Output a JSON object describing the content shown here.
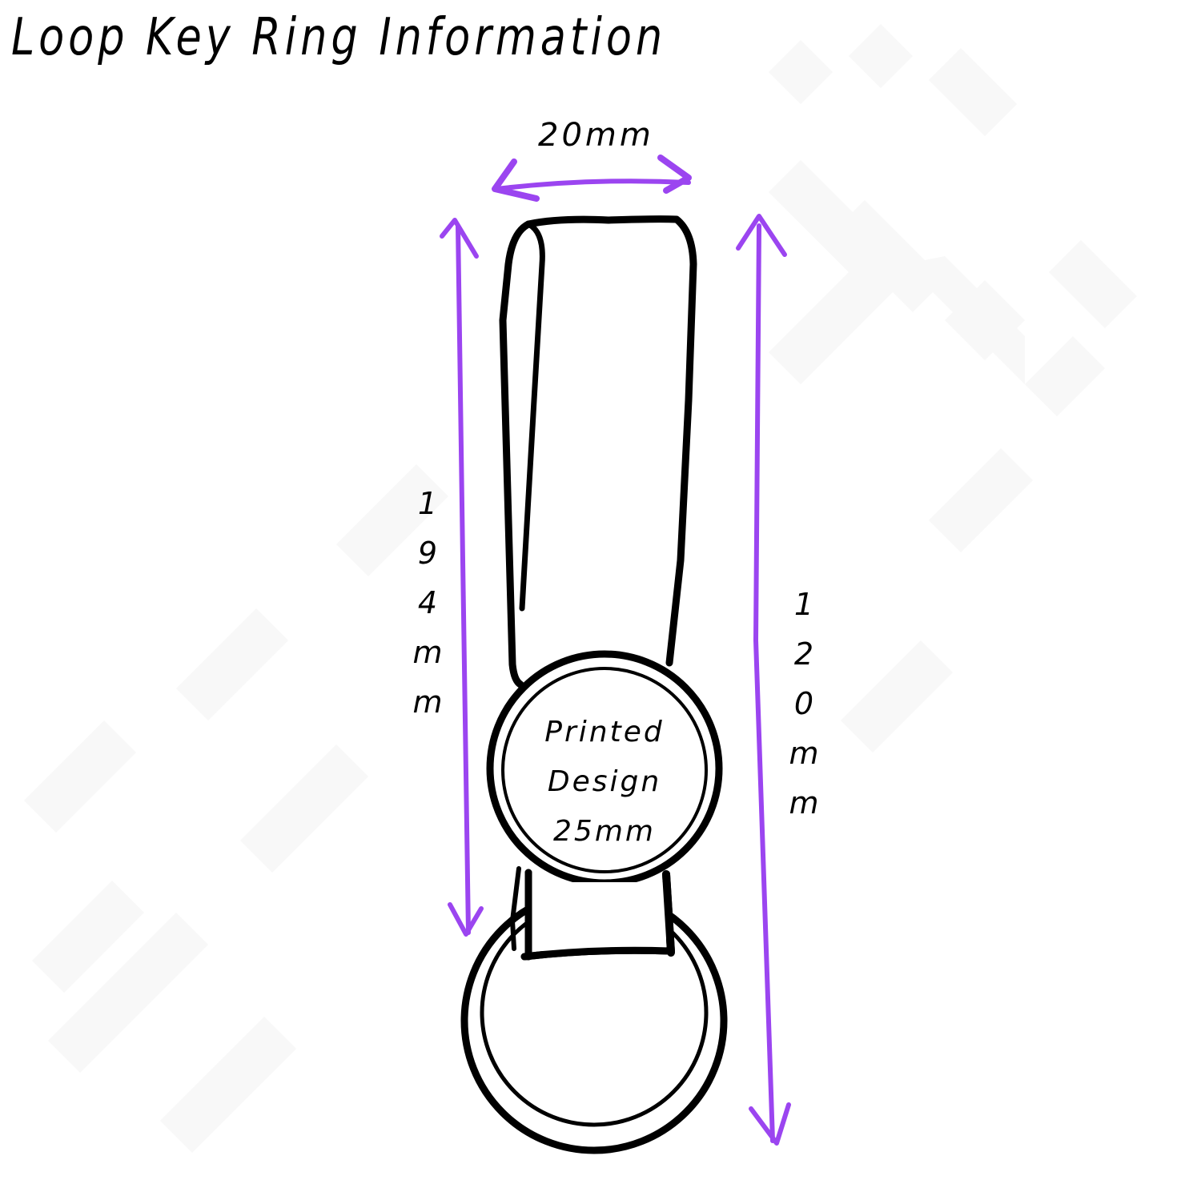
{
  "title": "Loop Key Ring Information",
  "dimensions": {
    "width": {
      "value": "20mm",
      "orientation": "horizontal"
    },
    "left_height": {
      "value": "194mm",
      "chars": [
        "1",
        "9",
        "4",
        "m",
        "m"
      ],
      "orientation": "vertical"
    },
    "right_height": {
      "value": "120mm",
      "chars": [
        "1",
        "2",
        "0",
        "m",
        "m"
      ],
      "orientation": "vertical"
    }
  },
  "printed_area": {
    "lines": [
      "Printed",
      "Design",
      "25mm"
    ]
  },
  "colors": {
    "arrow": "#9b45f0",
    "outline": "#000000",
    "background": "#ffffff",
    "watermark": "#f7f7f7"
  },
  "parts": [
    "loop-strap",
    "printed-disc",
    "key-ring"
  ]
}
